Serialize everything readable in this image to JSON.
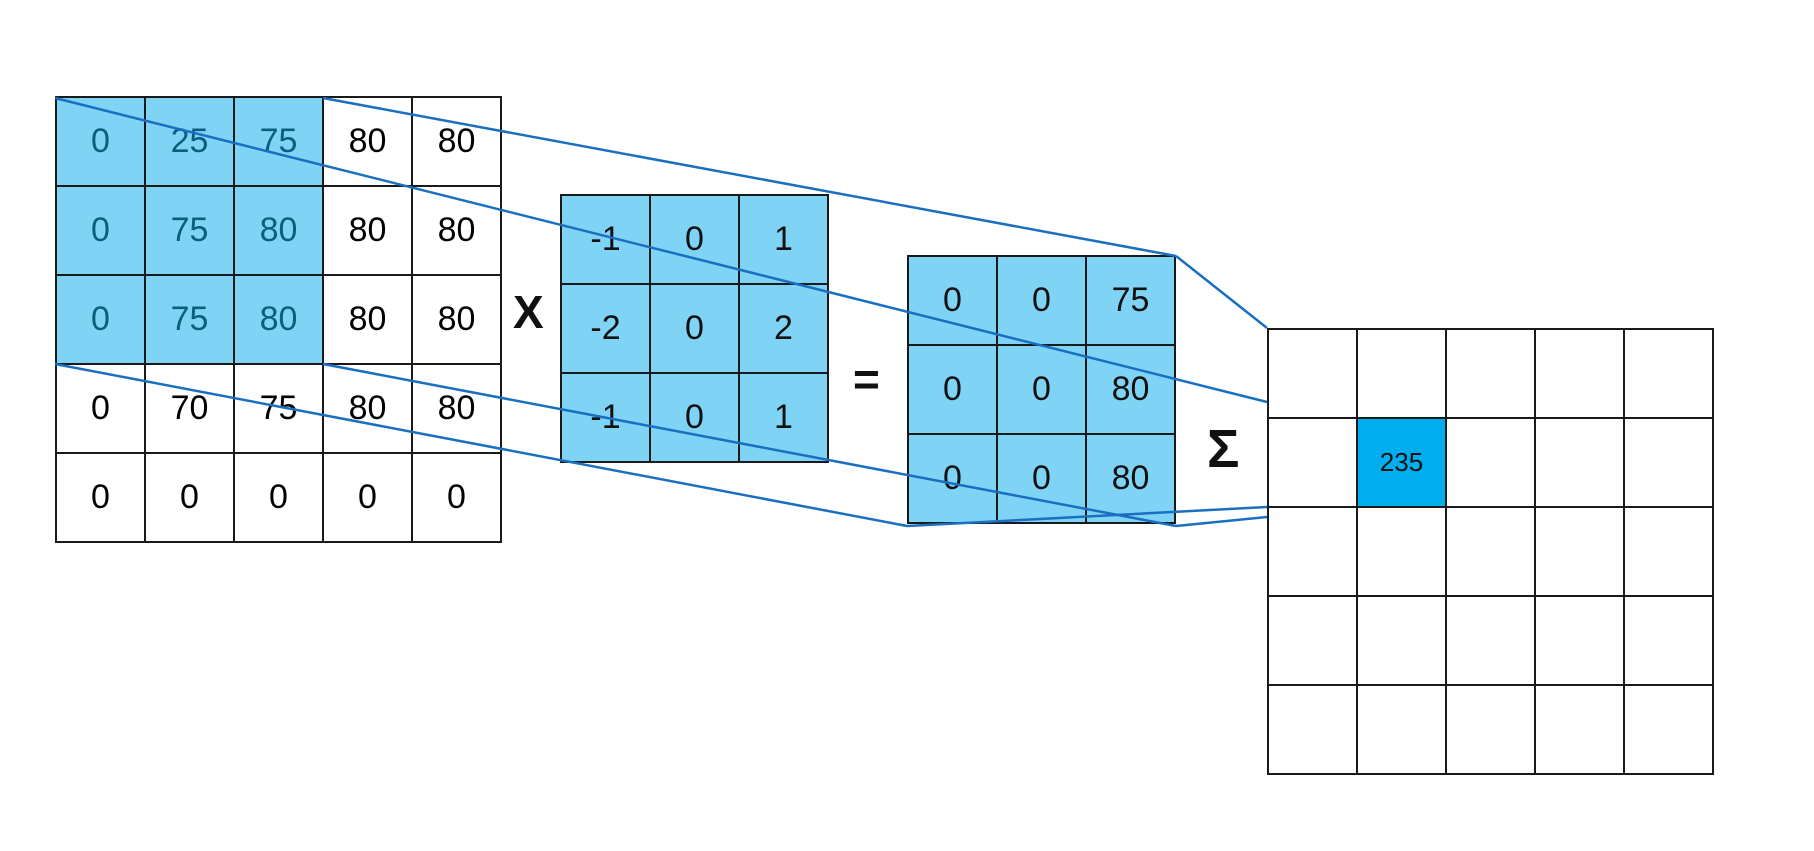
{
  "input_matrix": [
    [
      "0",
      "25",
      "75",
      "80",
      "80"
    ],
    [
      "0",
      "75",
      "80",
      "80",
      "80"
    ],
    [
      "0",
      "75",
      "80",
      "80",
      "80"
    ],
    [
      "0",
      "70",
      "75",
      "80",
      "80"
    ],
    [
      "0",
      "0",
      "0",
      "0",
      "0"
    ]
  ],
  "input_highlight": {
    "rows": [
      0,
      1,
      2
    ],
    "cols": [
      0,
      1,
      2
    ]
  },
  "operators": {
    "multiply": "X",
    "equals": "=",
    "sum": "Σ"
  },
  "kernel": [
    [
      "-1",
      "0",
      "1"
    ],
    [
      "-2",
      "0",
      "2"
    ],
    [
      "-1",
      "0",
      "1"
    ]
  ],
  "product": [
    [
      "0",
      "0",
      "75"
    ],
    [
      "0",
      "0",
      "80"
    ],
    [
      "0",
      "0",
      "80"
    ]
  ],
  "output": {
    "rows": 5,
    "cols": 5,
    "active_row": 1,
    "active_col": 1,
    "active_value": "235"
  },
  "colors": {
    "highlight": "#7fd4f6",
    "output_active": "#00aeef",
    "connector": "#1a6fc0",
    "grid": "#1a1a1a"
  }
}
